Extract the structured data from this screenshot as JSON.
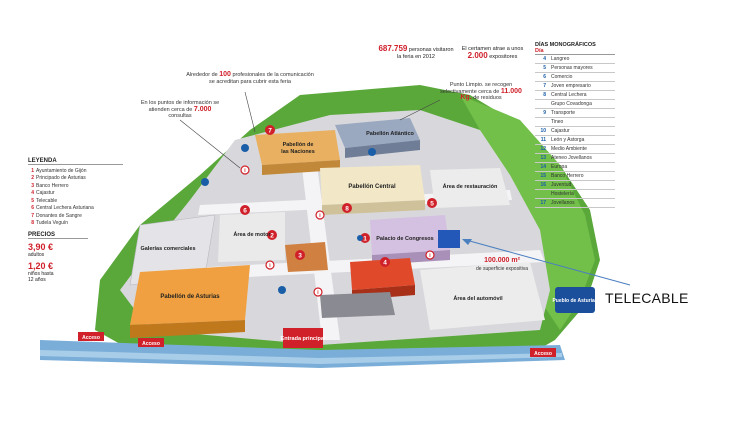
{
  "stats": {
    "visitors_number": "687.759",
    "visitors_text": "personas visitaron la feria en 2012",
    "exhibitors_text": "El certamen atrae a unos",
    "exhibitors_number": "2.000",
    "exhibitors_suffix": "expositores"
  },
  "callouts": {
    "professionals": {
      "prefix": "Alrededor de",
      "number": "100",
      "text": "profesionales de la comunicación se acreditan para cubrir esta feria"
    },
    "info_points": {
      "prefix": "En los puntos de información se atienden cerca de",
      "number": "7.000",
      "text": "consultas"
    },
    "recycling": {
      "prefix": "Punto Limpio. se recogen selectivamente cerca de",
      "number": "11.000 Kg.",
      "text": "de residuos"
    }
  },
  "map_labels": {
    "pabellon_naciones": "Pabellón de las Naciones",
    "pabellon_atlantico": "Pabellón Atlántico",
    "pabellon_central": "Pabellón Central",
    "area_restauracion": "Área de restauración",
    "galerias_comerciales": "Galerías comerciales",
    "area_motor": "Área de motor",
    "palacio_congresos": "Palacio de Congresos",
    "pabellon_asturias": "Pabellón de Asturias",
    "area_automovil": "Área del automóvil",
    "pueblo_asturias": "Pueblo de Asturias",
    "entrada_principal": "Entrada principal",
    "acceso": "Acceso",
    "surface_number": "100.000 m²",
    "surface_text": "de superficie expositiva"
  },
  "legend": {
    "title": "LEYENDA",
    "items": [
      {
        "n": "1",
        "label": "Ayuntamiento de Gijón"
      },
      {
        "n": "2",
        "label": "Principado de Asturias"
      },
      {
        "n": "3",
        "label": "Banco Herrero"
      },
      {
        "n": "4",
        "label": "Cajastur"
      },
      {
        "n": "5",
        "label": "Telecable"
      },
      {
        "n": "6",
        "label": "Central Lechera Asturiana"
      },
      {
        "n": "7",
        "label": "Donantes de Sangre"
      },
      {
        "n": "8",
        "label": "Tudela Veguín"
      }
    ]
  },
  "prices": {
    "title": "PRECIOS",
    "adult_price": "3,90 €",
    "adult_label": "adultos",
    "child_price": "1,20 €",
    "child_label": "niños hasta 12 años"
  },
  "days": {
    "title": "DÍAS MONOGRÁFICOS",
    "subtitle": "Día",
    "rows": [
      {
        "n": "4",
        "label": "Langreo"
      },
      {
        "n": "5",
        "label": "Personas mayores"
      },
      {
        "n": "6",
        "label": "Comercio"
      },
      {
        "n": "7",
        "label": "Joven empresario"
      },
      {
        "n": "8",
        "label": "Central Lechera"
      },
      {
        "n": "",
        "label": "Grupo Covadonga"
      },
      {
        "n": "9",
        "label": "Transporte"
      },
      {
        "n": "",
        "label": "Tineo"
      },
      {
        "n": "10",
        "label": "Cajastur"
      },
      {
        "n": "11",
        "label": "León y Astorga"
      },
      {
        "n": "12",
        "label": "Medio Ambiente"
      },
      {
        "n": "13",
        "label": "Ateneo Jovellanos"
      },
      {
        "n": "14",
        "label": "Europa"
      },
      {
        "n": "15",
        "label": "Banco Herrero"
      },
      {
        "n": "16",
        "label": "Juventud"
      },
      {
        "n": "",
        "label": "Hostelería"
      },
      {
        "n": "17",
        "label": "Jovellanos"
      }
    ]
  },
  "annotation": {
    "label": "TELECABLE"
  },
  "colors": {
    "accent_red": "#d0202a",
    "accent_blue": "#1a5ea8",
    "arrow_blue": "#4a7fc0",
    "grass": "#5aa83a",
    "orange_pavilion": "#f0a040"
  }
}
